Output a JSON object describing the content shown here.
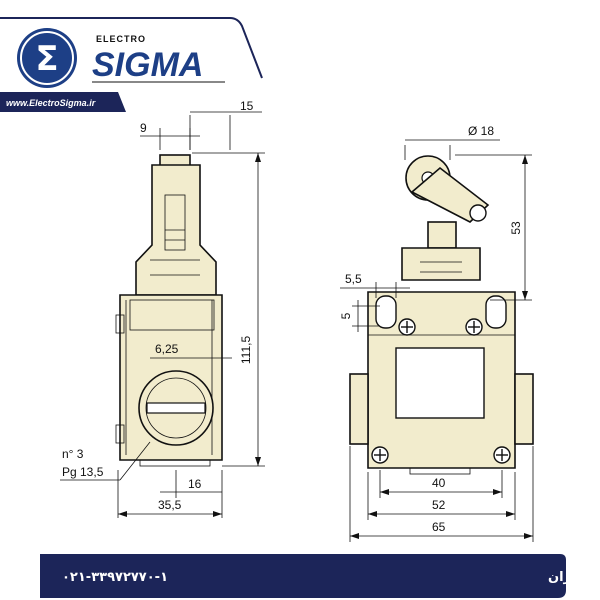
{
  "brand": {
    "small_text": "ELECTRO",
    "name": "SIGMA",
    "website": "www.ElectroSigma.ir",
    "colors": {
      "navy": "#1c2559",
      "blue": "#1d3f86",
      "shade": "#f2eccd"
    },
    "logo_icon": "sigma-logo-icon"
  },
  "dimensions": {
    "left_view": {
      "top_width": "15",
      "plunger_width": "9",
      "height": "111,5",
      "offset": "6,25",
      "conduit_count": "n° 3",
      "conduit_thread": "Pg 13,5",
      "inner_width": "16",
      "depth": "35,5"
    },
    "right_view": {
      "roller_diameter": "Ø 18",
      "lever_height": "53",
      "hole_width": "5,5",
      "hole_height": "5",
      "hole_spacing": "40",
      "body_width": "52",
      "total_width": "65"
    }
  },
  "footer": {
    "title": "الکترو سیگما - نماینده رسمی ERSCE ایتالیا در ایران",
    "phone": "۰۲۱-۳۳۹۷۲۷۷۰-۱"
  }
}
